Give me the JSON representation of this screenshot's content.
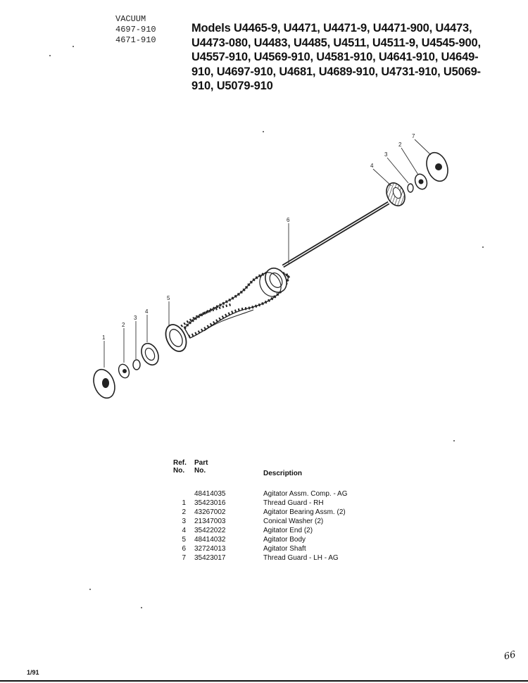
{
  "header": {
    "category": "VACUUM",
    "codes": [
      "4697-910",
      "4671-910"
    ]
  },
  "models": {
    "lines": [
      "Models U4465-9, U4471, U4471-9, U4471-900, U4473,",
      "U4473-080, U4483, U4485, U4511, U4511-9, U4545-900,",
      "U4557-910, U4569-910, U4581-910, U4641-910, U4649-",
      "910, U4697-910, U4681, U4689-910, U4731-910, U5069-",
      "910, U5079-910"
    ]
  },
  "diagram": {
    "callouts": {
      "c1l": "1",
      "c2l": "2",
      "c3l": "3",
      "c4l": "4",
      "c5": "5",
      "c6": "6",
      "c4r": "4",
      "c3r": "3",
      "c2r": "2",
      "c7": "7"
    }
  },
  "parts_table": {
    "headers": {
      "ref_line1": "Ref.",
      "ref_line2": "No.",
      "part_line1": "Part",
      "part_line2": "No.",
      "description": "Description"
    },
    "rows": [
      {
        "ref": "",
        "part_no": "48414035",
        "description": "Agitator Assm. Comp. - AG"
      },
      {
        "ref": "1",
        "part_no": "35423016",
        "description": "Thread Guard - RH"
      },
      {
        "ref": "2",
        "part_no": "43267002",
        "description": "Agitator Bearing Assm. (2)"
      },
      {
        "ref": "3",
        "part_no": "21347003",
        "description": "Conical Washer (2)"
      },
      {
        "ref": "4",
        "part_no": "35422022",
        "description": "Agitator End (2)"
      },
      {
        "ref": "5",
        "part_no": "48414032",
        "description": "Agitator Body"
      },
      {
        "ref": "6",
        "part_no": "32724013",
        "description": "Agitator Shaft"
      },
      {
        "ref": "7",
        "part_no": "35423017",
        "description": "Thread Guard - LH - AG"
      }
    ]
  },
  "footer": {
    "left_mark": "1/91",
    "page_mark": "66"
  }
}
